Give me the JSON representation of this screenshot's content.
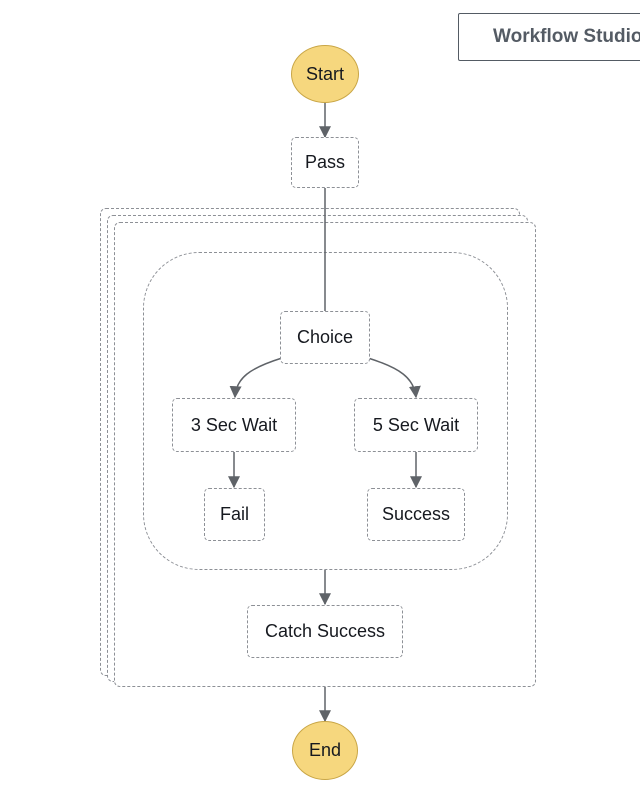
{
  "toolbar": {
    "workflow_studio_label": "Workflow Studio"
  },
  "diagram": {
    "start": "Start",
    "end": "End",
    "states": {
      "pass": "Pass",
      "choice": "Choice",
      "wait3": "3 Sec Wait",
      "wait5": "5 Sec Wait",
      "fail": "Fail",
      "success": "Success",
      "catch_success": "Catch Success"
    }
  },
  "colors": {
    "terminal_fill": "#f6d77e",
    "edge": "#5f6368"
  }
}
